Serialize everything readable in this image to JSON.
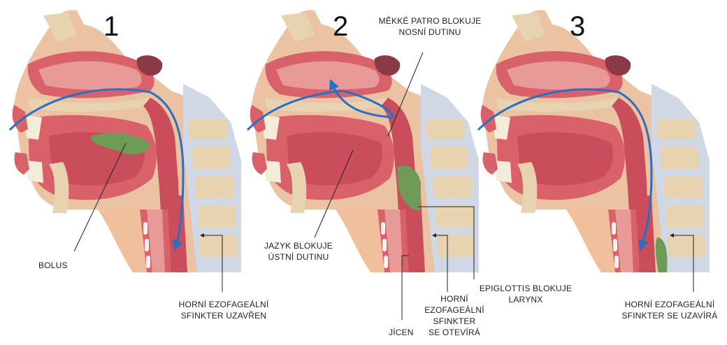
{
  "panels": [
    {
      "number": "1"
    },
    {
      "number": "2"
    },
    {
      "number": "3"
    }
  ],
  "labels": {
    "bolus": "BOLUS",
    "sphincter_closed_1": "HORNÍ EZOFAGEÁLNÍ",
    "sphincter_closed_2": "SFINKTER UZAVŘEN",
    "soft_palate_1": "MĚKKÉ PATRO BLOKUJE",
    "soft_palate_2": "NOSNÍ DUTINU",
    "tongue_1": "JAZYK BLOKUJE",
    "tongue_2": "ÚSTNÍ DUTINU",
    "esophagus": "JÍCEN",
    "sphincter_opening_1": "HORNÍ",
    "sphincter_opening_2": "EZOFAGEÁLNÍ",
    "sphincter_opening_3": "SFINKTER",
    "sphincter_opening_4": "SE OTEVÍRÁ",
    "epiglottis_1": "EPIGLOTTIS BLOKUJE",
    "epiglottis_2": "LARYNX",
    "sphincter_closing_1": "HORNÍ EZOFAGEÁLNÍ",
    "sphincter_closing_2": "SFINKTER SE UZAVÍRÁ"
  },
  "colors": {
    "skin": "#e8b48d",
    "tissue": "#d9626a",
    "tissue_light": "#e89a98",
    "bone": "#e7d3b0",
    "bolus": "#6f9b56",
    "arrow": "#2b6fc2",
    "cartilage": "#f2f2f2"
  }
}
